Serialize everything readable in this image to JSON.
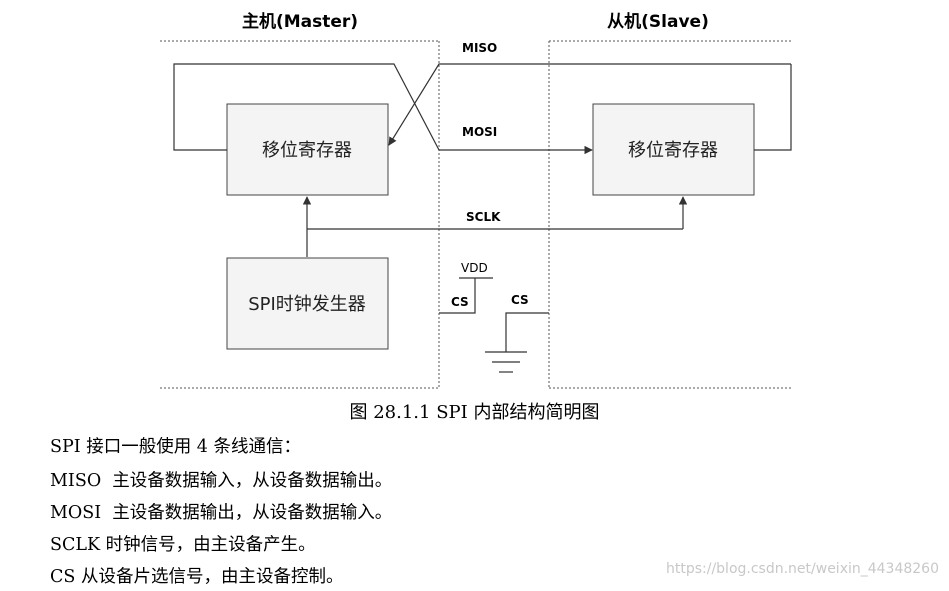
{
  "diagram": {
    "master_title": "主机(Master)",
    "slave_title": "从机(Slave)",
    "master_shift_register": "移位寄存器",
    "slave_shift_register": "移位寄存器",
    "clock_generator": "SPI时钟发生器",
    "signals": {
      "miso": "MISO",
      "mosi": "MOSI",
      "sclk": "SCLK",
      "vdd": "VDD",
      "cs_master": "CS",
      "cs_slave": "CS"
    }
  },
  "caption": "图 28.1.1 SPI 内部结构简明图",
  "description": {
    "intro": "SPI 接口一般使用 4 条线通信：",
    "lines": [
      "MISO  主设备数据输入，从设备数据输出。",
      "MOSI  主设备数据输出，从设备数据输入。",
      "SCLK 时钟信号，由主设备产生。",
      "CS 从设备片选信号，由主设备控制。"
    ]
  },
  "watermark": "https://blog.csdn.net/weixin_44348260"
}
